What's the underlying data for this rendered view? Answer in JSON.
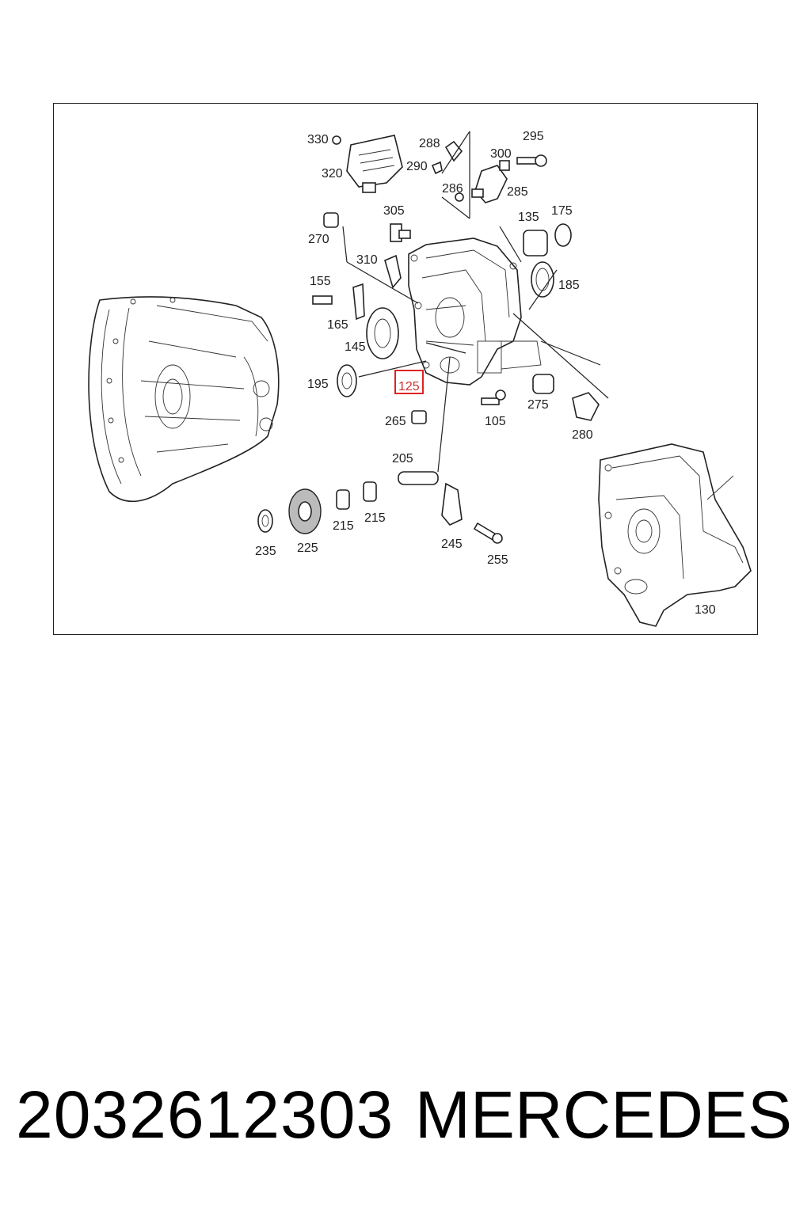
{
  "diagram": {
    "highlighted_part": "125",
    "parts": [
      {
        "label": "330",
        "name": "part-330"
      },
      {
        "label": "320",
        "name": "part-320"
      },
      {
        "label": "288",
        "name": "part-288"
      },
      {
        "label": "290",
        "name": "part-290"
      },
      {
        "label": "286",
        "name": "part-286"
      },
      {
        "label": "295",
        "name": "part-295"
      },
      {
        "label": "300",
        "name": "part-300"
      },
      {
        "label": "285",
        "name": "part-285"
      },
      {
        "label": "305",
        "name": "part-305"
      },
      {
        "label": "270",
        "name": "part-270"
      },
      {
        "label": "310",
        "name": "part-310"
      },
      {
        "label": "135",
        "name": "part-135"
      },
      {
        "label": "175",
        "name": "part-175"
      },
      {
        "label": "185",
        "name": "part-185"
      },
      {
        "label": "155",
        "name": "part-155"
      },
      {
        "label": "165",
        "name": "part-165"
      },
      {
        "label": "145",
        "name": "part-145"
      },
      {
        "label": "195",
        "name": "part-195"
      },
      {
        "label": "125",
        "name": "part-125"
      },
      {
        "label": "265",
        "name": "part-265"
      },
      {
        "label": "105",
        "name": "part-105"
      },
      {
        "label": "275",
        "name": "part-275"
      },
      {
        "label": "280",
        "name": "part-280"
      },
      {
        "label": "205",
        "name": "part-205"
      },
      {
        "label": "215",
        "name": "part-215-a"
      },
      {
        "label": "215",
        "name": "part-215-b"
      },
      {
        "label": "235",
        "name": "part-235"
      },
      {
        "label": "225",
        "name": "part-225"
      },
      {
        "label": "245",
        "name": "part-245"
      },
      {
        "label": "255",
        "name": "part-255"
      },
      {
        "label": "130",
        "name": "part-130"
      }
    ]
  },
  "footer": {
    "part_number": "2032612303",
    "brand": "MERCEDES"
  }
}
